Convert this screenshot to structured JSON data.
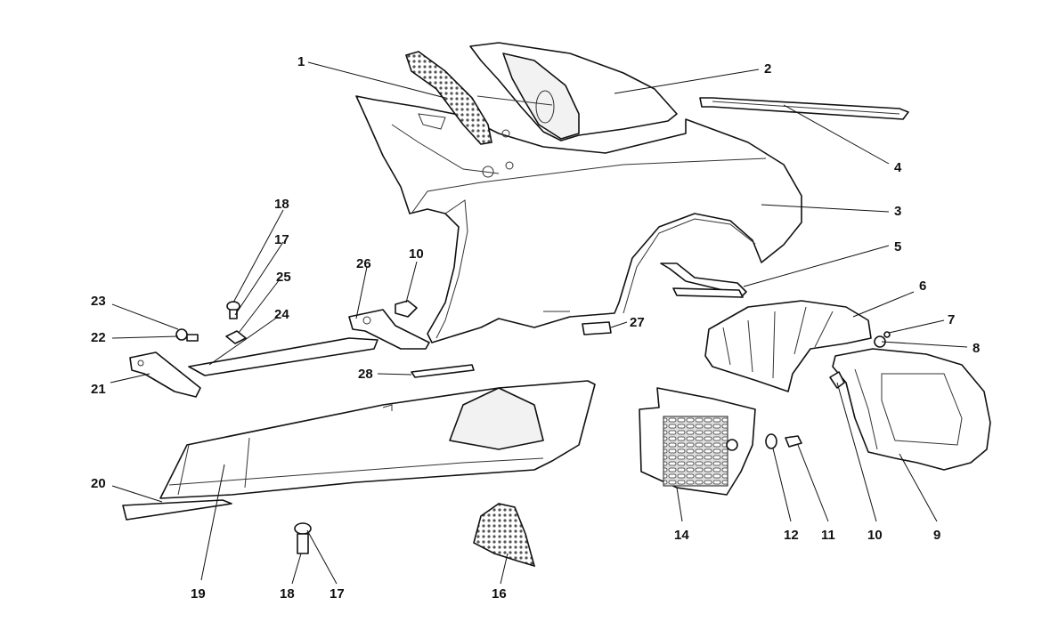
{
  "callouts": [
    {
      "id": "c1",
      "label": "1"
    },
    {
      "id": "c2",
      "label": "2"
    },
    {
      "id": "c3",
      "label": "3"
    },
    {
      "id": "c4",
      "label": "4"
    },
    {
      "id": "c5",
      "label": "5"
    },
    {
      "id": "c6",
      "label": "6"
    },
    {
      "id": "c7",
      "label": "7"
    },
    {
      "id": "c8",
      "label": "8"
    },
    {
      "id": "c9",
      "label": "9"
    },
    {
      "id": "c10a",
      "label": "10"
    },
    {
      "id": "c10b",
      "label": "10"
    },
    {
      "id": "c11",
      "label": "11"
    },
    {
      "id": "c12",
      "label": "12"
    },
    {
      "id": "c14",
      "label": "14"
    },
    {
      "id": "c16",
      "label": "16"
    },
    {
      "id": "c17a",
      "label": "17"
    },
    {
      "id": "c17b",
      "label": "17"
    },
    {
      "id": "c18a",
      "label": "18"
    },
    {
      "id": "c18b",
      "label": "18"
    },
    {
      "id": "c19",
      "label": "19"
    },
    {
      "id": "c20",
      "label": "20"
    },
    {
      "id": "c21",
      "label": "21"
    },
    {
      "id": "c22",
      "label": "22"
    },
    {
      "id": "c23",
      "label": "23"
    },
    {
      "id": "c24",
      "label": "24"
    },
    {
      "id": "c25",
      "label": "25"
    },
    {
      "id": "c26",
      "label": "26"
    },
    {
      "id": "c27",
      "label": "27"
    },
    {
      "id": "c28",
      "label": "28"
    }
  ]
}
